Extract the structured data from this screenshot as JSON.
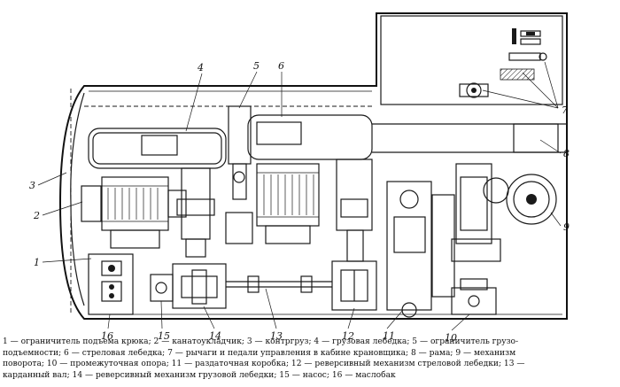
{
  "labels": {
    "l1": "1",
    "l2": "2",
    "l3": "3",
    "l4": "4",
    "l5": "5",
    "l6": "6",
    "l7": "7",
    "l8": "8",
    "l9": "9",
    "l10": "10",
    "l11": "11",
    "l12": "12",
    "l13": "13",
    "l14": "14",
    "l15": "15",
    "l16": "16"
  },
  "caption": {
    "line1": "1 — ограничитель подъема крюка; 2 — канатоукладчик; 3 — контргруз; 4 — грузовая лебедка; 5 — ограничитель грузо-",
    "line2": "подъемности; 6 — стреловая лебедка; 7 — рычаги и педали управления в кабине крановщика; 8 — рама; 9 — механизм",
    "line3": "поворота; 10 — промежуточная опора; 11 — раздаточная коробка; 12 — реверсивный механизм стреловой лебедки; 13 —",
    "line4": "карданный вал; 14 — реверсивный механизм грузовой лебедки; 15 — насос; 16 — маслобак"
  }
}
